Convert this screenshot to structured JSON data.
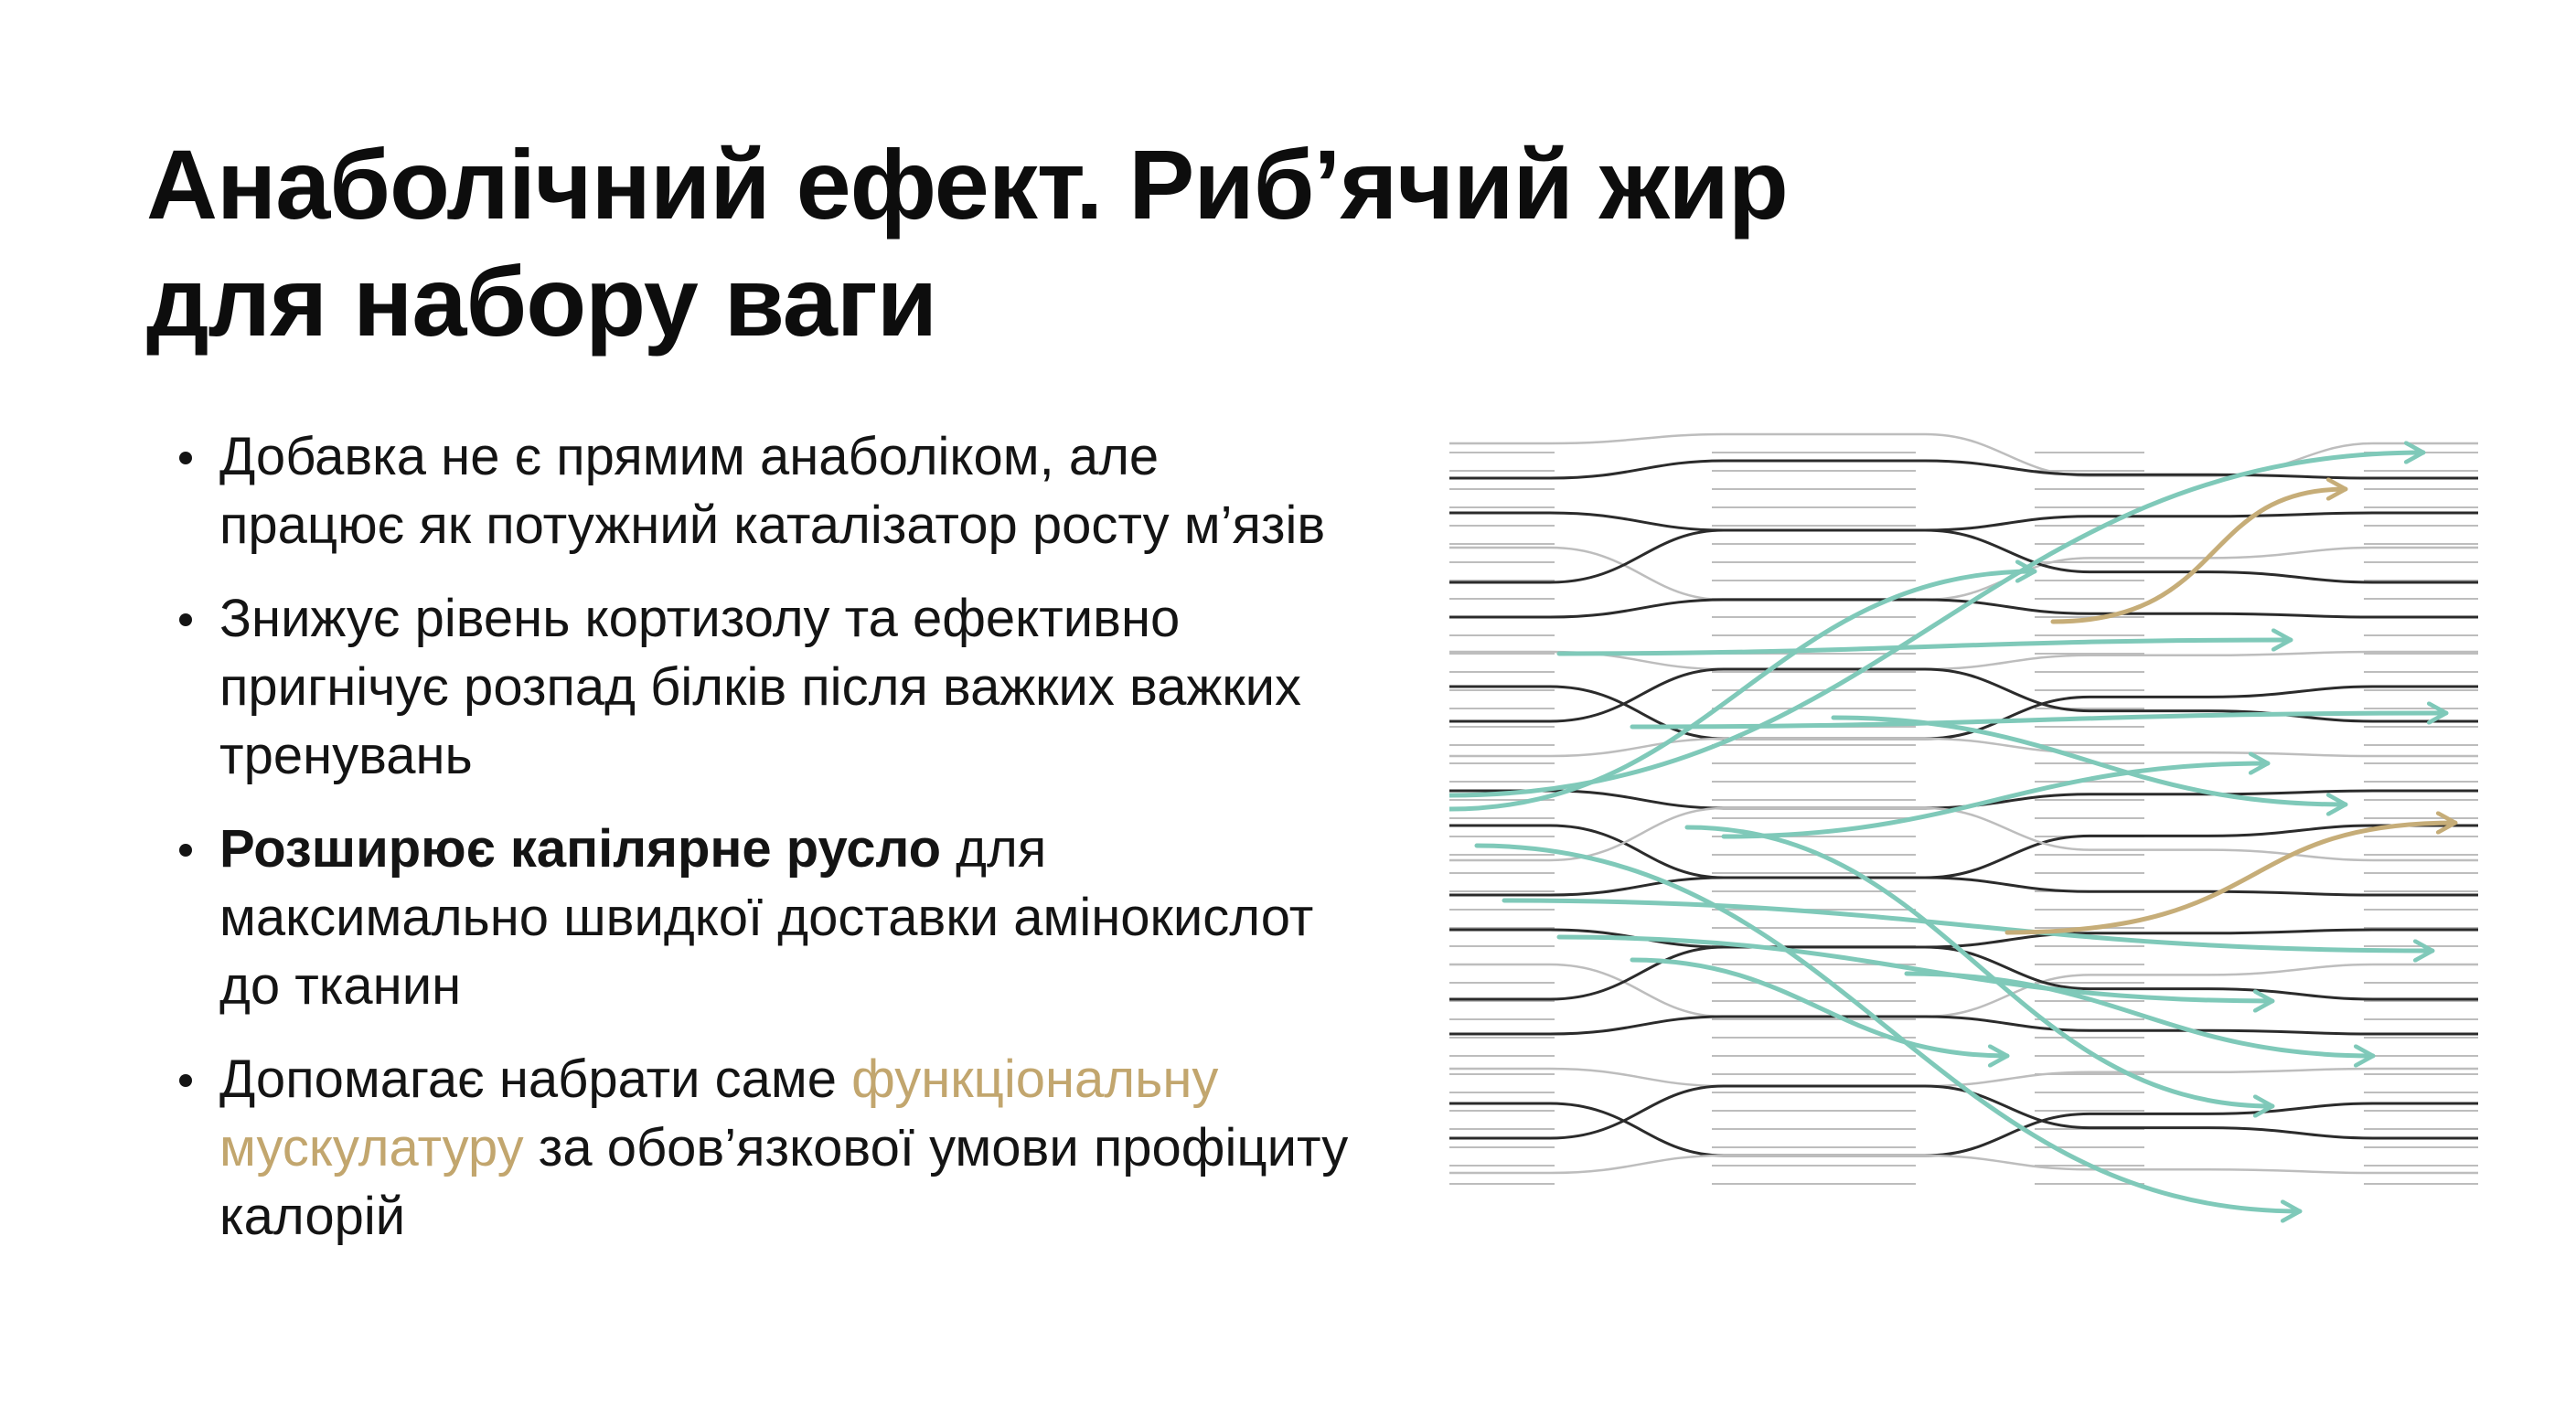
{
  "slide": {
    "title_line1": "Анаболічний ефект. Риб’ячий жир",
    "title_line2": "для набору ваги"
  },
  "bullets": [
    {
      "text": "Добавка не є прямим анаболіком, але працює як потужний каталізатор росту м’язів"
    },
    {
      "bold": "Знижує рівень кортизолу",
      "text": " та ефективно пригнічує розпад білків після важких важких тренувань"
    },
    {
      "bold": "Розширює капілярне русло",
      "text": " для максимально швидкої доставки амінокислот до тканин"
    },
    {
      "text": "Допомагає набрати саме ",
      "highlight": "функціональну мускулатуру",
      "text_after": " за обов’язкової умови профіциту калорій"
    }
  ],
  "illustration": {
    "icon": "flow-lines-illustration",
    "colors": {
      "dark_line": "#2b2b2b",
      "light_line": "#bdbdbd",
      "teal_arrow": "#7fc9b9",
      "gold_arrow": "#c6ad78"
    }
  }
}
